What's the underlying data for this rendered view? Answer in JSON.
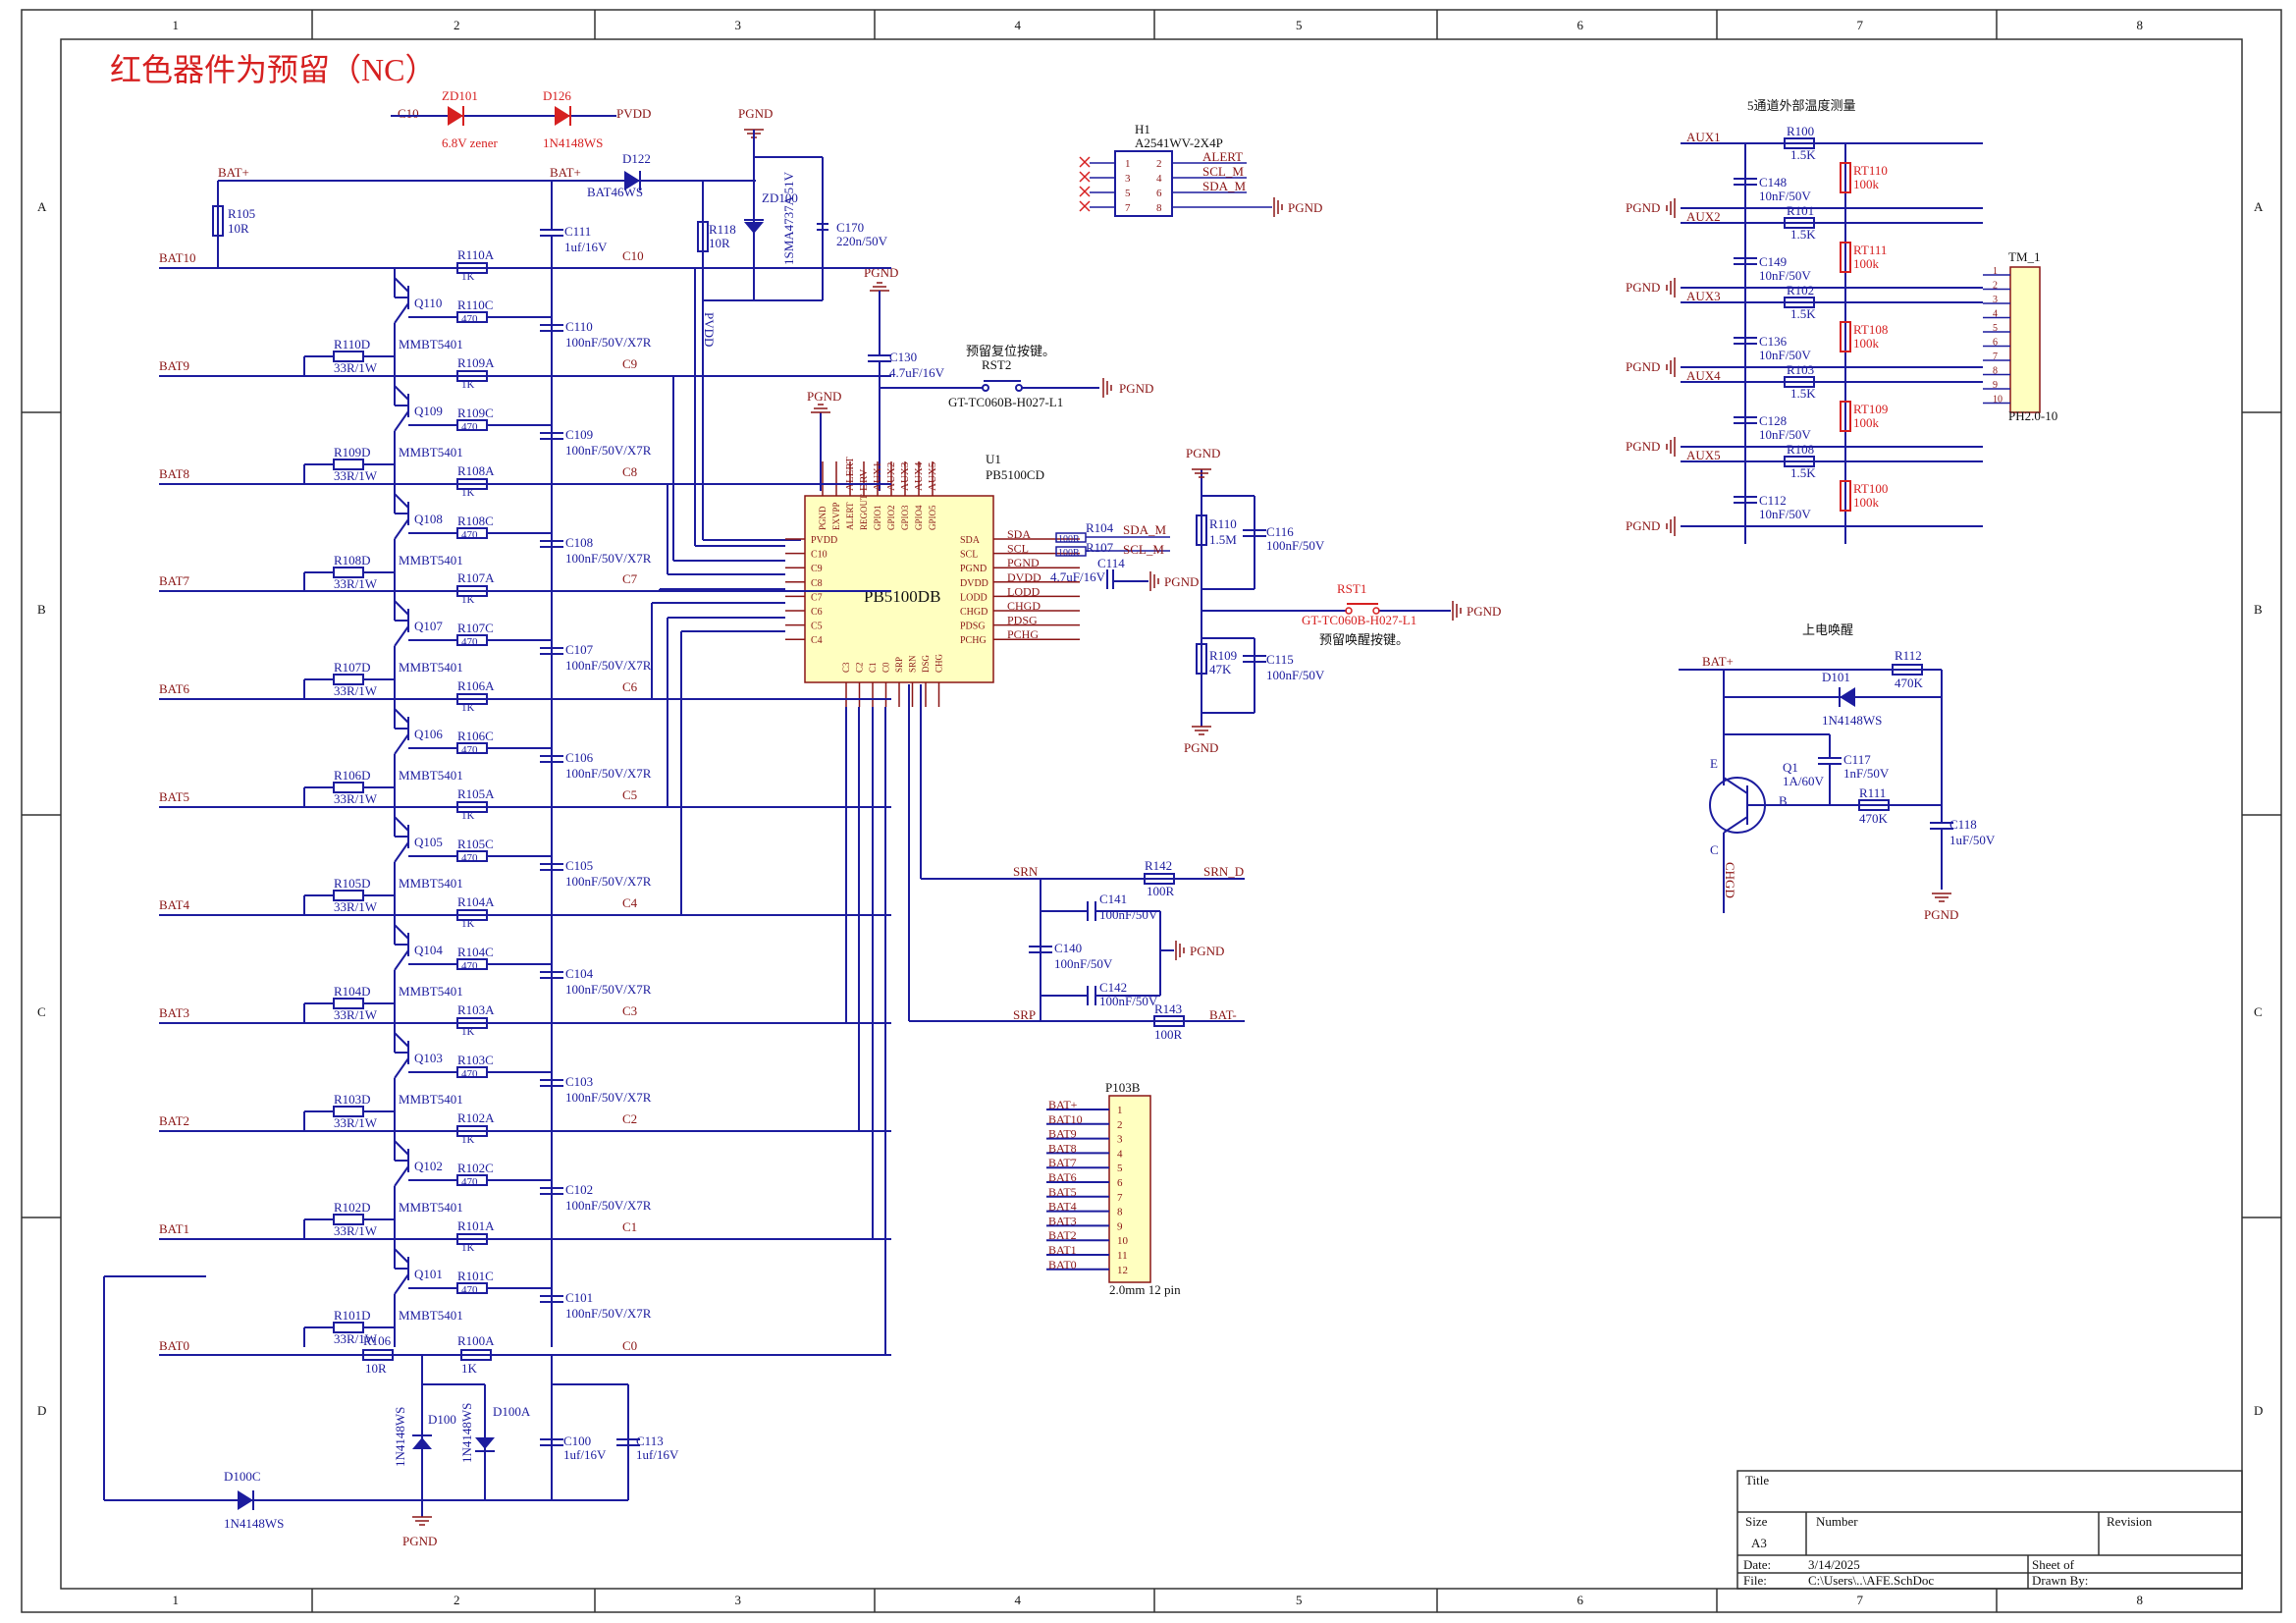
{
  "title_note": "红色器件为预留（NC）",
  "border": {
    "cols": [
      "1",
      "2",
      "3",
      "4",
      "5",
      "6",
      "7",
      "8"
    ],
    "rows": [
      "A",
      "B",
      "C",
      "D"
    ]
  },
  "title_block": {
    "title_label": "Title",
    "size_label": "Size",
    "size_value": "A3",
    "number_label": "Number",
    "revision_label": "Revision",
    "date_label": "Date:",
    "date_value": "3/14/2025",
    "file_label": "File:",
    "file_value": "C:\\Users\\..\\AFE.SchDoc",
    "sheet_label": "Sheet  of",
    "drawn_label": "Drawn By:"
  },
  "ic": {
    "name": "PB5100DB",
    "ref": "U1",
    "part": "PB5100CD",
    "top_pins": [
      "PGND",
      "EXVPP",
      "ALERT",
      "REGOUT",
      "GPIO1",
      "GPIO2",
      "GPIO3",
      "GPIO4",
      "GPIO5"
    ],
    "top_nets": [
      "ALERT",
      "DRV",
      "AUX1",
      "AUX2",
      "AUX3",
      "AUX4",
      "AUX5"
    ],
    "left_pins": [
      "PVDD",
      "C10",
      "C9",
      "C8",
      "C7",
      "C6",
      "C5",
      "C4"
    ],
    "right_pins": [
      "SDA",
      "SCL",
      "PGND",
      "DVDD",
      "LODD",
      "CHGD",
      "PDSG",
      "PCHG"
    ],
    "right_nets": [
      "SDA",
      "SCL",
      "PGND",
      "DVDD",
      "LODD",
      "CHGD",
      "PDSG",
      "PCHG"
    ],
    "bottom_pins": [
      "C3",
      "C2",
      "C1",
      "C0",
      "SRP",
      "SRN",
      "DSG",
      "CHG"
    ]
  },
  "cells": [
    {
      "bat": "BAT10",
      "c": "C10",
      "ra": "R110A",
      "rc": "R110C",
      "rd": "R110D",
      "q": "Q110",
      "cap": "C110"
    },
    {
      "bat": "BAT9",
      "c": "C9",
      "ra": "R109A",
      "rc": "R109C",
      "rd": "R109D",
      "q": "Q109",
      "cap": "C109"
    },
    {
      "bat": "BAT8",
      "c": "C8",
      "ra": "R108A",
      "rc": "R108C",
      "rd": "R108D",
      "q": "Q108",
      "cap": "C108"
    },
    {
      "bat": "BAT7",
      "c": "C7",
      "ra": "R107A",
      "rc": "R107C",
      "rd": "R107D",
      "q": "Q107",
      "cap": "C107"
    },
    {
      "bat": "BAT6",
      "c": "C6",
      "ra": "R106A",
      "rc": "R106C",
      "rd": "R106D",
      "q": "Q106",
      "cap": "C106"
    },
    {
      "bat": "BAT5",
      "c": "C5",
      "ra": "R105A",
      "rc": "R105C",
      "rd": "R105D",
      "q": "Q105",
      "cap": "C105"
    },
    {
      "bat": "BAT4",
      "c": "C4",
      "ra": "R104A",
      "rc": "R104C",
      "rd": "R104D",
      "q": "Q104",
      "cap": "C104"
    },
    {
      "bat": "BAT3",
      "c": "C3",
      "ra": "R103A",
      "rc": "R103C",
      "rd": "R103D",
      "q": "Q103",
      "cap": "C103"
    },
    {
      "bat": "BAT2",
      "c": "C2",
      "ra": "R102A",
      "rc": "R102C",
      "rd": "R102D",
      "q": "Q102",
      "cap": "C102"
    },
    {
      "bat": "BAT1",
      "c": "C1",
      "ra": "R101A",
      "rc": "R101C",
      "rd": "R101D",
      "q": "Q101",
      "cap": "C101"
    }
  ],
  "cell_values": {
    "ra": "1K",
    "rc": "470",
    "rd": "33R/1W",
    "q": "MMBT5401",
    "cap": "100nF/50V/X7R"
  },
  "bat0": {
    "bat": "BAT0",
    "c": "C0",
    "ra": "R100A",
    "ra_val": "1K",
    "r106": "R106",
    "r106_val": "10R"
  },
  "cells_bottom": {
    "c100": "C100",
    "c100_val": "1uf/16V",
    "c113": "C113",
    "c113_val": "1uf/16V",
    "d100": "D100",
    "d100a": "D100A",
    "d100c": "D100C",
    "diode": "1N4148WS",
    "pgnd": "PGND"
  },
  "top_left": {
    "c10": "C10",
    "zd101": "ZD101",
    "zd101_val": "6.8V zener",
    "d126": "D126",
    "d126_val": "1N4148WS",
    "pvdd": "PVDD",
    "batp": "BAT+",
    "batp2": "BAT+",
    "r105": "R105",
    "r105_val": "10R",
    "d122": "D122",
    "d122_val": "BAT46WS",
    "c111": "C111",
    "c111_val": "1uf/16V",
    "r118": "R118",
    "r118_val": "10R",
    "zd100": "ZD100",
    "zd100_val": "1SMA4737A 51V",
    "c170": "C170",
    "c170_val": "220n/50V",
    "pgnd": "PGND",
    "pvdd_v": "PVDD"
  },
  "reset": {
    "pgnd": "PGND",
    "c130": "C130",
    "c130_val": "4.7uF/16V",
    "note": "预留复位按键。",
    "rst2": "RST2",
    "rst2_part": "GT-TC060B-H027-L1",
    "pgnd2": "PGND",
    "pgnd3": "PGND"
  },
  "header": {
    "ref": "H1",
    "part": "A2541WV-2X4P",
    "pins_l": [
      "1",
      "3",
      "5",
      "7"
    ],
    "pins_r": [
      "2",
      "4",
      "6",
      "8"
    ],
    "nets": [
      "ALERT",
      "SCL_M",
      "SDA_M",
      ""
    ],
    "pgnd": "PGND"
  },
  "i2c": {
    "r104": "R104",
    "r104_val": "100R",
    "r107": "R107",
    "r107_val": "100R",
    "sda_m": "SDA_M",
    "scl_m": "SCL_M",
    "c114": "C114",
    "c114_val": "4.7uF/16V",
    "pgnd": "PGND",
    "r110": "R110",
    "r110_val": "1.5M",
    "c116": "C116",
    "c116_val": "100nF/50V",
    "r109": "R109",
    "r109_val": "47K",
    "c115": "C115",
    "c115_val": "100nF/50V",
    "pgnd_t": "PGND",
    "pgnd_b": "PGND",
    "rst1": "RST1",
    "rst1_part": "GT-TC060B-H027-L1",
    "rst1_note": "预留唤醒按键。",
    "pgnd2": "PGND"
  },
  "sense": {
    "srn": "SRN",
    "srp": "SRP",
    "r142": "R142",
    "r142_val": "100R",
    "srn_d": "SRN_D",
    "c141": "C141",
    "c141_val": "100nF/50V",
    "c140": "C140",
    "c140_val": "100nF/50V",
    "c142": "C142",
    "c142_val": "100nF/50V",
    "r143": "R143",
    "r143_val": "100R",
    "batm": "BAT-",
    "pgnd": "PGND"
  },
  "connector_p103b": {
    "ref": "P103B",
    "nets": [
      "BAT+",
      "BAT10",
      "BAT9",
      "BAT8",
      "BAT7",
      "BAT6",
      "BAT5",
      "BAT4",
      "BAT3",
      "BAT2",
      "BAT1",
      "BAT0"
    ],
    "pins": [
      "1",
      "2",
      "3",
      "4",
      "5",
      "6",
      "7",
      "8",
      "9",
      "10",
      "11",
      "12"
    ],
    "note": "2.0mm 12 pin"
  },
  "temp": {
    "title": "5通道外部温度测量",
    "channels": [
      {
        "aux": "AUX1",
        "r": "R100",
        "rv": "1.5K",
        "c": "C148",
        "cv": "10nF/50V",
        "rt": "RT110",
        "rtv": "100k"
      },
      {
        "aux": "AUX2",
        "r": "R101",
        "rv": "1.5K",
        "c": "C149",
        "cv": "10nF/50V",
        "rt": "RT111",
        "rtv": "100k"
      },
      {
        "aux": "AUX3",
        "r": "R102",
        "rv": "1.5K",
        "c": "C136",
        "cv": "10nF/50V",
        "rt": "RT108",
        "rtv": "100k"
      },
      {
        "aux": "AUX4",
        "r": "R103",
        "rv": "1.5K",
        "c": "C128",
        "cv": "10nF/50V",
        "rt": "RT109",
        "rtv": "100k"
      },
      {
        "aux": "AUX5",
        "r": "R108",
        "rv": "1.5K",
        "c": "C112",
        "cv": "10nF/50V",
        "rt": "RT100",
        "rtv": "100k"
      }
    ],
    "pgnd": "PGND",
    "conn_ref": "TM_1",
    "conn_part": "PH2.0-10",
    "conn_pins": [
      "1",
      "2",
      "3",
      "4",
      "5",
      "6",
      "7",
      "8",
      "9",
      "10"
    ]
  },
  "wake": {
    "title": "上电唤醒",
    "batp": "BAT+",
    "r112": "R112",
    "r112_val": "470K",
    "d101": "D101",
    "d101_val": "1N4148WS",
    "q1": "Q1",
    "q1_val": "1A/60V",
    "c117": "C117",
    "c117_val": "1nF/50V",
    "r111": "R111",
    "r111_val": "470K",
    "c118": "C118",
    "c118_val": "1uF/50V",
    "e": "E",
    "b": "B",
    "c": "C",
    "chgd": "CHGD",
    "pgnd": "PGND"
  }
}
